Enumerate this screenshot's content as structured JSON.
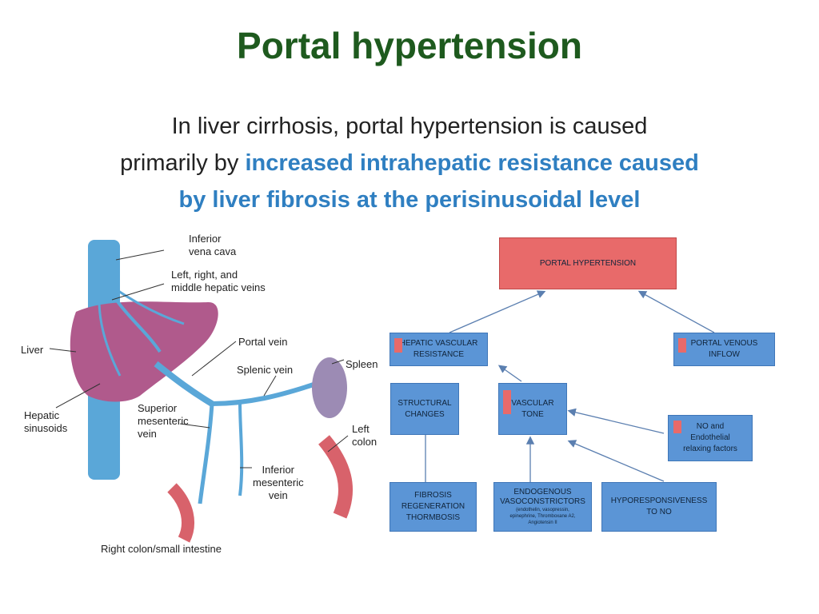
{
  "title": "Portal hypertension",
  "subtitle": {
    "line1": "In liver cirrhosis,  portal hypertension is  caused",
    "line2_plain": "primarily by ",
    "line2_highlight": "increased intrahepatic resistance caused",
    "line3_highlight": "by liver fibrosis at the perisinusoidal level"
  },
  "anatomy_labels": {
    "ivc_1": "Inferior",
    "ivc_2": "vena cava",
    "hv_1": "Left, right, and",
    "hv_2": "middle hepatic veins",
    "liver": "Liver",
    "portal_vein": "Portal vein",
    "splenic_vein": "Splenic vein",
    "spleen": "Spleen",
    "hepatic_sin_1": "Hepatic",
    "hepatic_sin_2": "sinusoids",
    "sup_mes_1": "Superior",
    "sup_mes_2": "mesenteric",
    "sup_mes_3": "vein",
    "left_colon_1": "Left",
    "left_colon_2": "colon",
    "inf_mes_1": "Inferior",
    "inf_mes_2": "mesenteric",
    "inf_mes_3": "vein",
    "right_colon": "Right colon/small intestine"
  },
  "flow": {
    "portal_htn": "PORTAL HYPERTENSION",
    "hepatic_1": "HEPATIC VASCULAR",
    "hepatic_2": "RESISTANCE",
    "portal_inflow_1": "PORTAL VENOUS",
    "portal_inflow_2": "INFLOW",
    "structural_1": "STRUCTURAL",
    "structural_2": "CHANGES",
    "vascular_1": "VASCULAR",
    "vascular_2": "TONE",
    "no_1": "NO and",
    "no_2": "Endothelial",
    "no_3": "relaxing factors",
    "fibrosis_1": "FIBROSIS",
    "fibrosis_2": "REGENERATION",
    "fibrosis_3": "THORMBOSIS",
    "endo_1": "ENDOGENOUS",
    "endo_2": "VASOCONSTRICTORS",
    "endo_3": "(endothelin, vasopressin,",
    "endo_4": "epinephrine, Thromboxane A2,",
    "endo_5": "Angiotensin II",
    "hypo_1": "HYPORESPONSIVENESS",
    "hypo_2": "TO NO"
  },
  "colors": {
    "title": "#1e5a1e",
    "highlight": "#2f7fc1",
    "box_blue": "#5b95d6",
    "box_red": "#e86a6a",
    "vein": "#5aa7d8",
    "liver": "#b05a8c"
  }
}
